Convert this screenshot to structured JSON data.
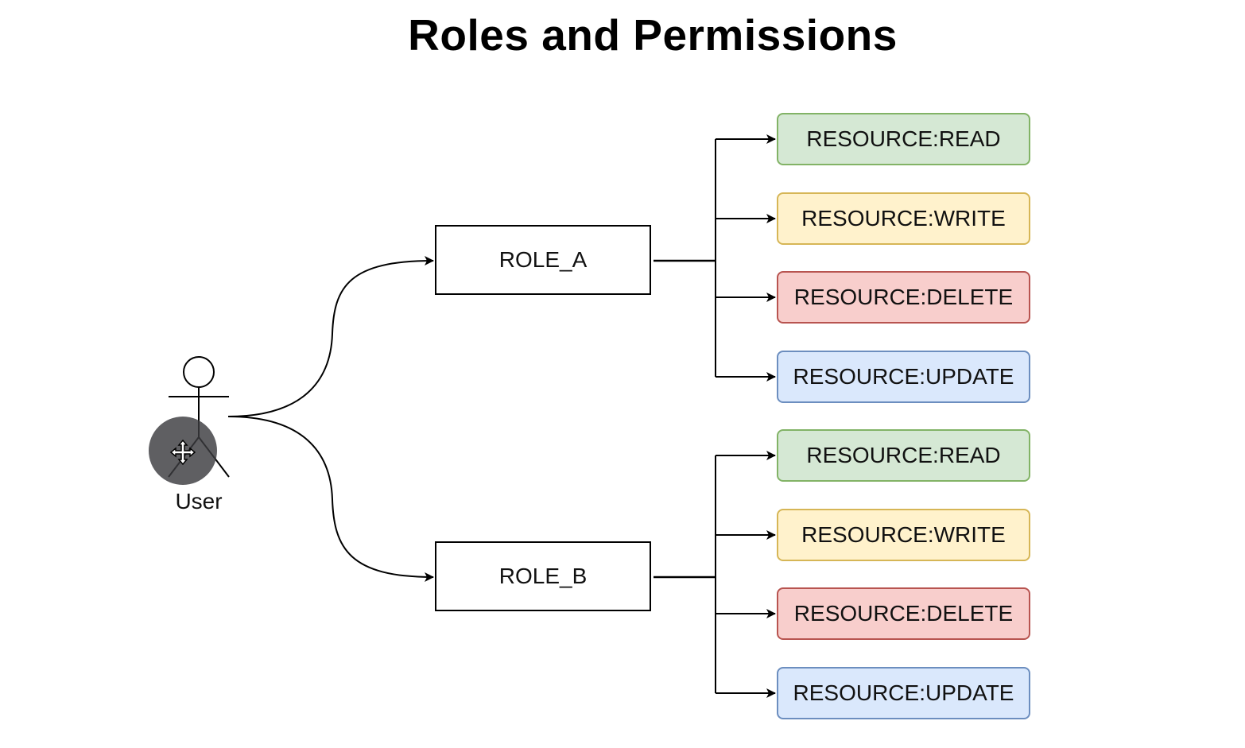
{
  "title": "Roles and Permissions",
  "actor": {
    "label": "User"
  },
  "roles": [
    {
      "label": "ROLE_A",
      "permissions": [
        {
          "label": "RESOURCE:READ",
          "fill": "#d5e8d4",
          "stroke": "#82b366"
        },
        {
          "label": "RESOURCE:WRITE",
          "fill": "#fff2cc",
          "stroke": "#d6b656"
        },
        {
          "label": "RESOURCE:DELETE",
          "fill": "#f8cecc",
          "stroke": "#b85450"
        },
        {
          "label": "RESOURCE:UPDATE",
          "fill": "#dae8fc",
          "stroke": "#6c8ebf"
        }
      ]
    },
    {
      "label": "ROLE_B",
      "permissions": [
        {
          "label": "RESOURCE:READ",
          "fill": "#d5e8d4",
          "stroke": "#82b366"
        },
        {
          "label": "RESOURCE:WRITE",
          "fill": "#fff2cc",
          "stroke": "#d6b656"
        },
        {
          "label": "RESOURCE:DELETE",
          "fill": "#f8cecc",
          "stroke": "#b85450"
        },
        {
          "label": "RESOURCE:UPDATE",
          "fill": "#dae8fc",
          "stroke": "#6c8ebf"
        }
      ]
    }
  ],
  "cursor": {
    "icon": "move-cursor-icon"
  }
}
